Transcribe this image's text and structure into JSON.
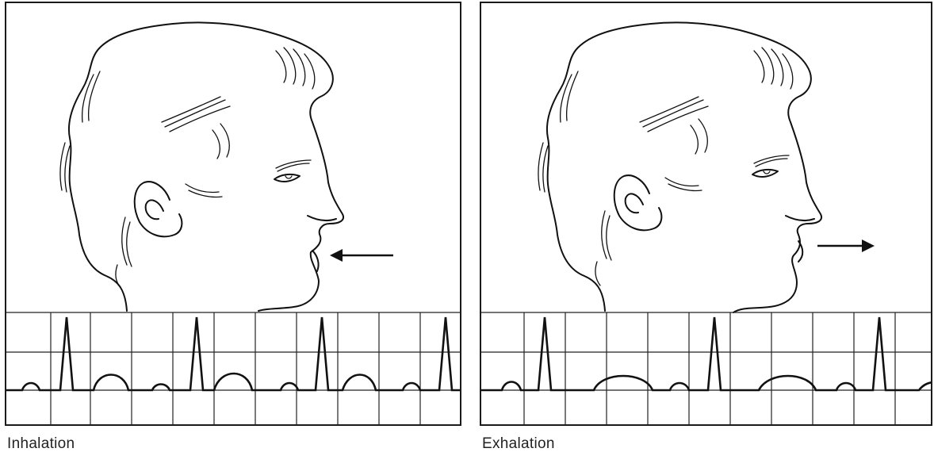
{
  "panels": [
    {
      "caption": "Inhalation",
      "arrow_direction": "toward-mouth"
    },
    {
      "caption": "Exhalation",
      "arrow_direction": "away-from-mouth"
    }
  ],
  "colors": {
    "ink": "#111111",
    "background": "#ffffff"
  }
}
